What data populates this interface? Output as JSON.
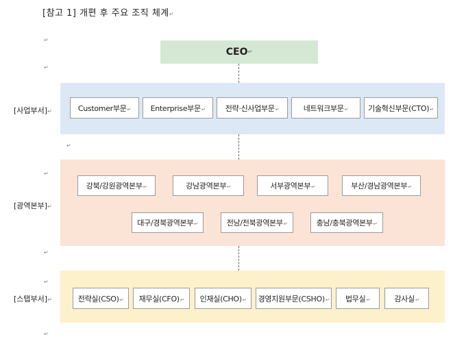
{
  "title": "[참고 1] 개편 후 주요 조직 체계",
  "para_mark": "↵",
  "ceo": "CEO",
  "sections": {
    "business": {
      "label": "[사업부서]",
      "items": [
        "Customer부문",
        "Enterprise부문",
        "전략·신사업부문",
        "네트워크부문",
        "기술혁신부문(CTO)"
      ]
    },
    "regional": {
      "label": "[광역본부]",
      "items": [
        "강북/강원광역본부",
        "강남광역본부",
        "서부광역본부",
        "부산/경남광역본부",
        "대구/경북광역본부",
        "전남/전북광역본부",
        "충남/충북광역본부"
      ]
    },
    "staff": {
      "label": "[스탭부서]",
      "items": [
        "전략실(CSO)",
        "재무실(CFO)",
        "인재실(CHO)",
        "경영지원부문(CSHO)",
        "법무실",
        "감사실"
      ]
    }
  }
}
